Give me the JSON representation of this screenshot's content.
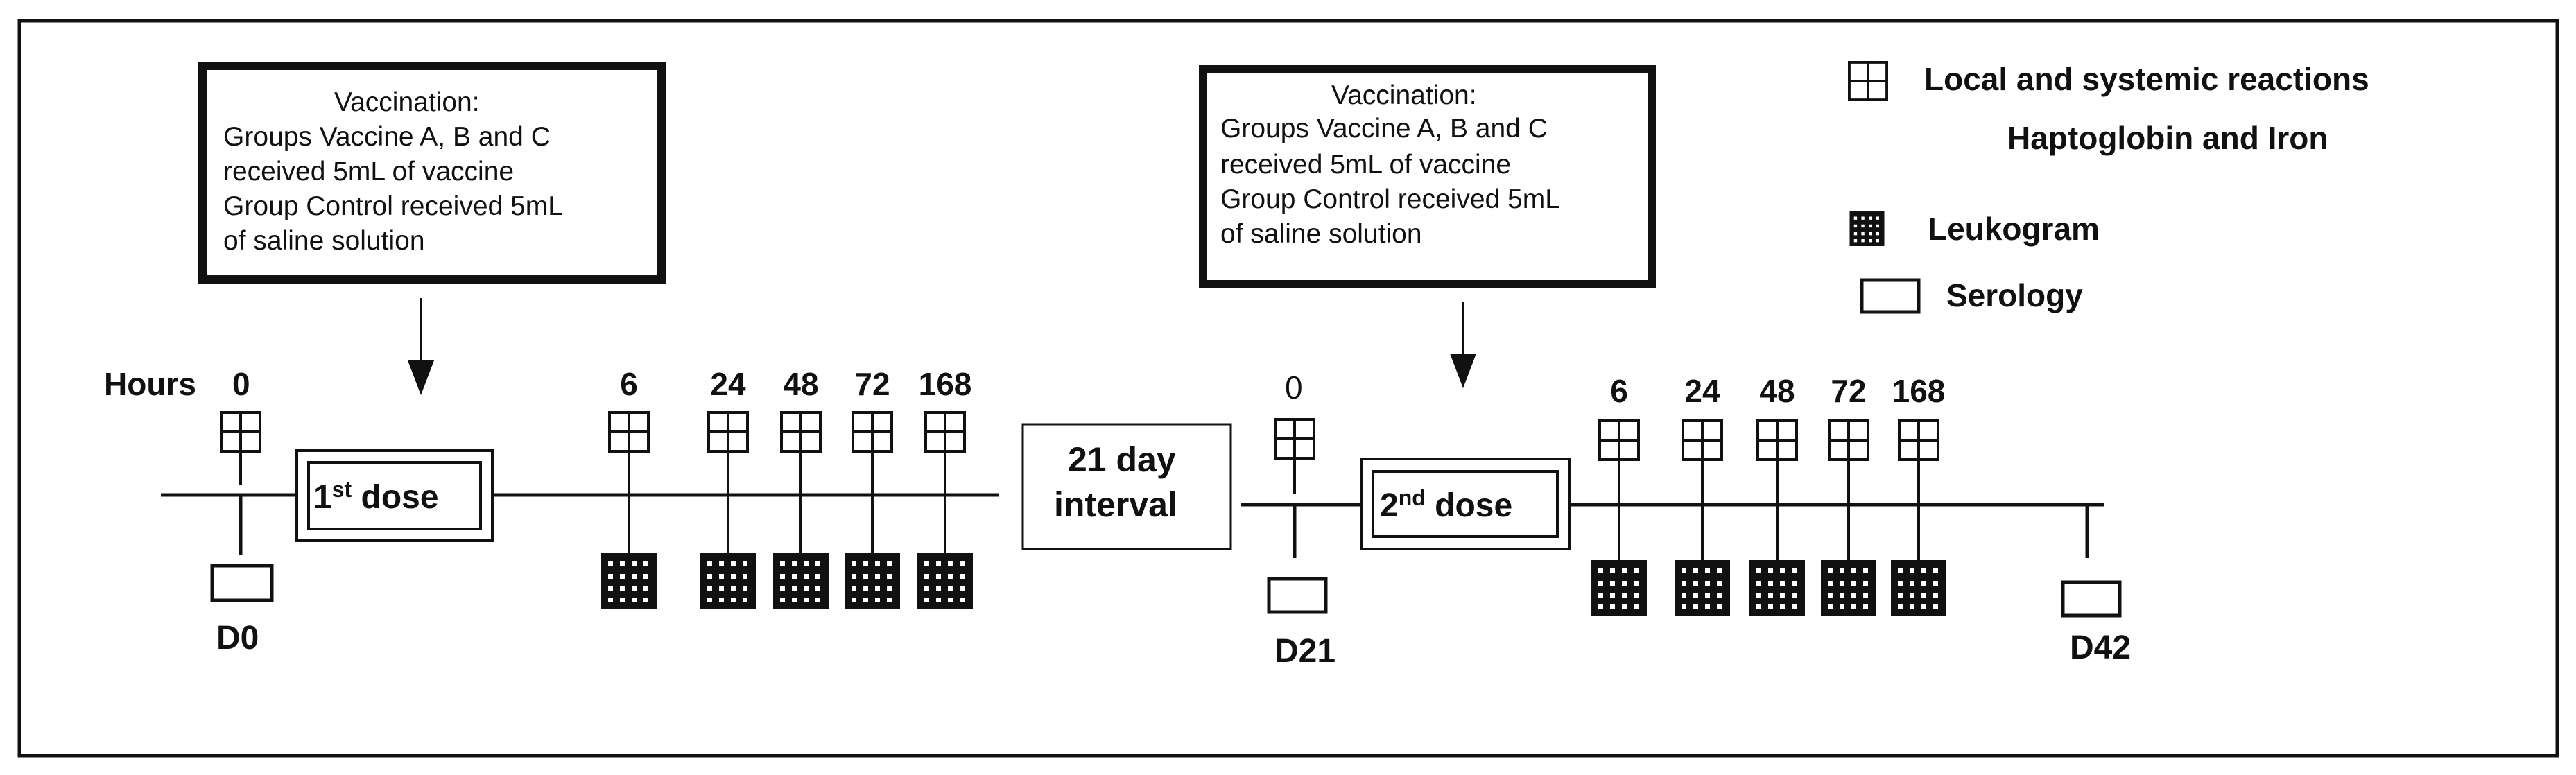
{
  "vaccination_box_1": [
    "Vaccination:",
    "Groups Vaccine A, B and C",
    "received 5mL of vaccine",
    "Group Control received 5mL",
    "of saline solution"
  ],
  "vaccination_box_2": [
    "Vaccination:",
    "Groups Vaccine A, B and C",
    "received 5mL of vaccine",
    "Group Control received 5mL",
    "of saline solution"
  ],
  "legend": {
    "local_systemic": "Local and systemic reactions",
    "haptoglobin_iron": "Haptoglobin and Iron",
    "leukogram": "Leukogram",
    "serology": "Serology"
  },
  "timeline": {
    "hours_label": "Hours",
    "first_phase_hours": [
      "0",
      "6",
      "24",
      "48",
      "72",
      "168"
    ],
    "second_phase_hours": [
      "0",
      "6",
      "24",
      "48",
      "72",
      "168"
    ],
    "first_dose": {
      "number": "1",
      "suffix": "st",
      "word": " dose"
    },
    "second_dose": {
      "number": "2",
      "suffix": "nd",
      "word": " dose"
    },
    "interval_lines": [
      "21 day",
      "interval"
    ],
    "day_labels": [
      "D0",
      "D21",
      "D42"
    ]
  },
  "colors": {
    "line": "#111111",
    "leukogram_fill": "#111111",
    "background": "#ffffff"
  }
}
